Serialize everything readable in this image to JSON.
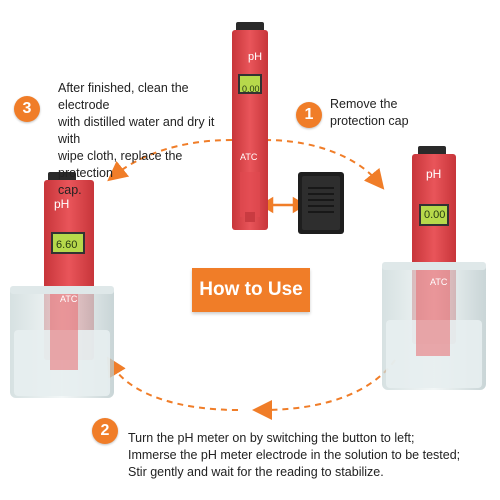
{
  "center_badge": {
    "label": "How to Use"
  },
  "steps": [
    {
      "number": "1",
      "text": "Remove the protection cap"
    },
    {
      "number": "2",
      "text_lines": [
        "Turn the pH meter on by switching the button to left;",
        "Immerse the pH meter electrode in the solution to be tested;",
        "Stir gently and wait for the reading to stabilize."
      ]
    },
    {
      "number": "3",
      "text_lines": [
        "After finished, clean the electrode",
        "with distilled water and dry it with",
        "wipe cloth, replace the protection",
        "cap."
      ]
    }
  ],
  "meters": {
    "top": {
      "label": "pH",
      "reading": "0.00",
      "badge": "ATC"
    },
    "left": {
      "label": "pH",
      "reading": "6.60",
      "badge": "ATC"
    },
    "right": {
      "label": "pH",
      "reading": "0.00",
      "badge": "ATC"
    }
  },
  "colors": {
    "accent": "#f07d28",
    "meter_red": "#e2464b",
    "lcd": "#b7d94b"
  }
}
